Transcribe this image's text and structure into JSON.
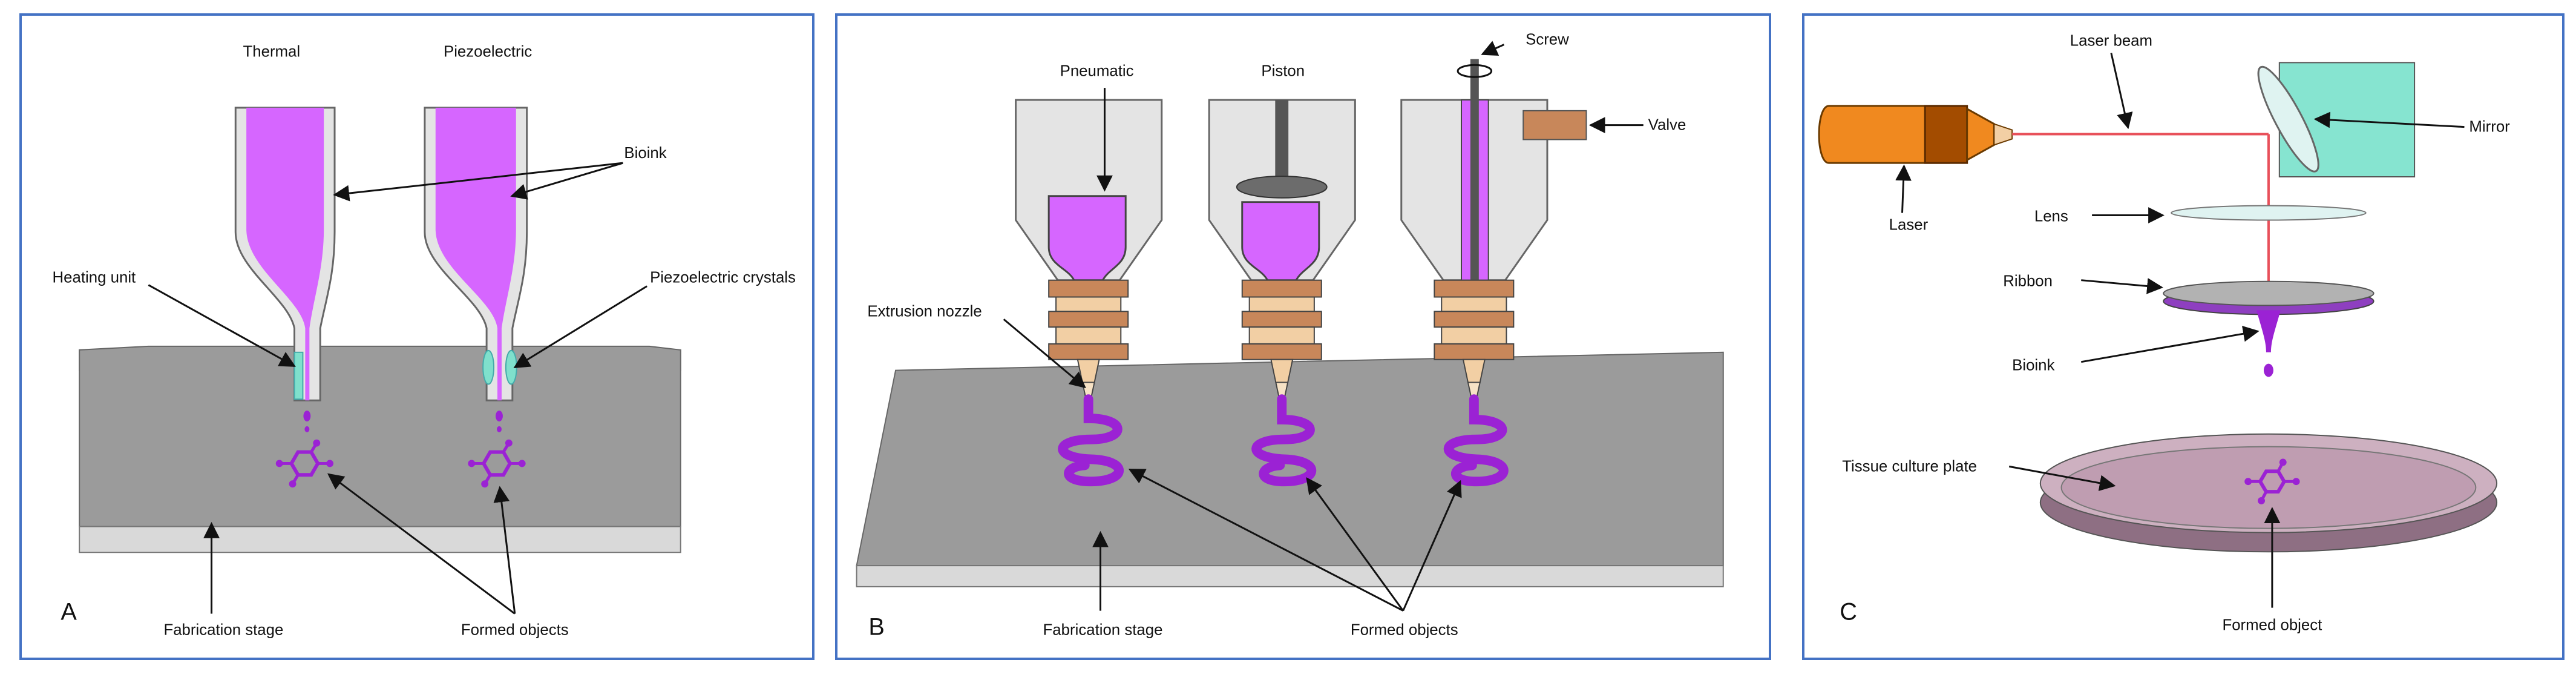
{
  "colors": {
    "bioink": "#d666ff",
    "bioink_dark": "#9b22d4",
    "stage_top": "#9b9b9b",
    "stage_side": "#d9d9d9",
    "nozzle_body": "#e4e4e4",
    "frame": "#4472c4",
    "laser": "#f0891f",
    "laser_band": "#a34c00",
    "mirror": "#86e4d0",
    "lens": "#dff3f1",
    "ribbon": "#b2b2b2",
    "dish": "#cdb0c0",
    "dish_side": "#8e6f83",
    "heater": "#7fe0cc",
    "coupler": "#c8875a",
    "coupler_light": "#f2cfa4",
    "beam": "#e8505a"
  },
  "panel_a": {
    "letter": "A",
    "labels": {
      "thermal": "Thermal",
      "piezoelectric": "Piezoelectric",
      "bioink": "Bioink",
      "heating_unit": "Heating unit",
      "piezo_crystals": "Piezoelectric crystals",
      "fabrication_stage": "Fabrication stage",
      "formed_objects": "Formed objects"
    }
  },
  "panel_b": {
    "letter": "B",
    "labels": {
      "pneumatic": "Pneumatic",
      "piston": "Piston",
      "screw": "Screw",
      "valve": "Valve",
      "extrusion_nozzle": "Extrusion nozzle",
      "fabrication_stage": "Fabrication stage",
      "formed_objects": "Formed objects"
    }
  },
  "panel_c": {
    "letter": "C",
    "labels": {
      "laser_beam": "Laser beam",
      "mirror": "Mirror",
      "laser": "Laser",
      "lens": "Lens",
      "ribbon": "Ribbon",
      "bioink": "Bioink",
      "tissue_culture_plate": "Tissue culture plate",
      "formed_object": "Formed object"
    }
  }
}
